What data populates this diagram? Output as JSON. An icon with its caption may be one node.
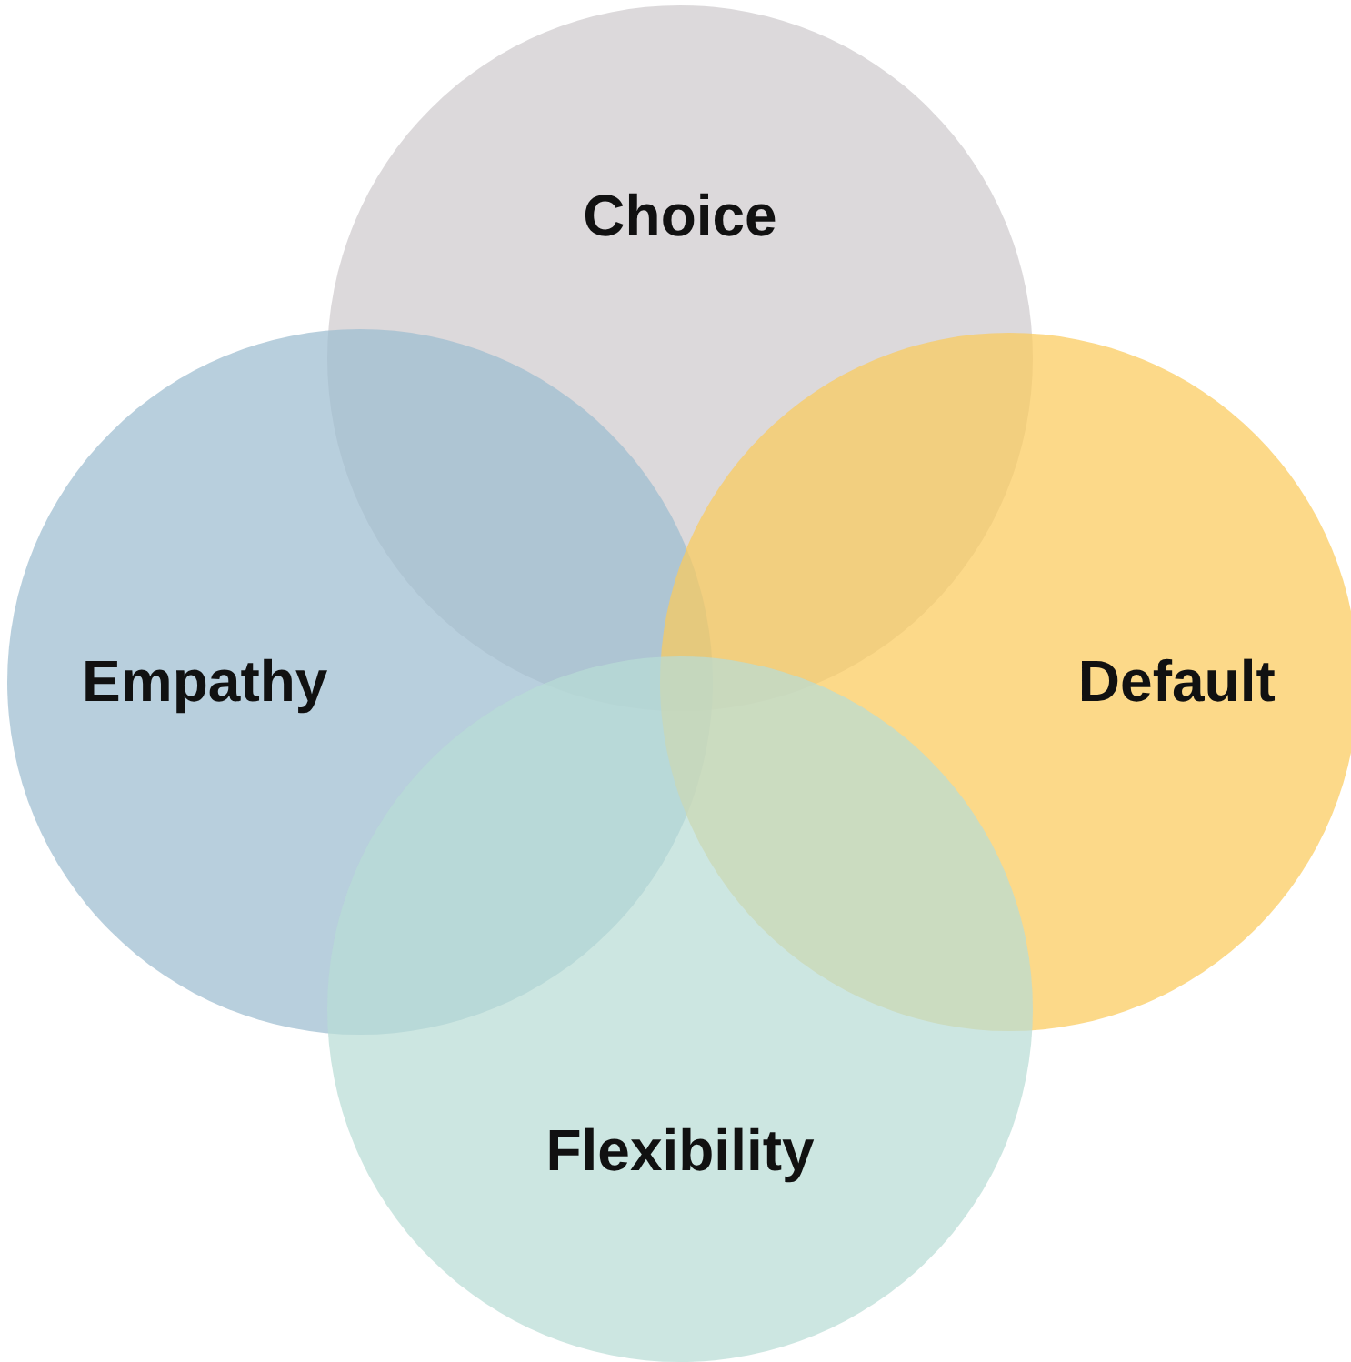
{
  "diagram": {
    "nodes": [
      {
        "text": [
          "Choice"
        ]
      },
      {
        "text": [
          "Empathy"
        ]
      },
      {
        "text": [
          "Default"
        ]
      },
      {
        "text": [
          "Flexibility"
        ]
      }
    ]
  }
}
